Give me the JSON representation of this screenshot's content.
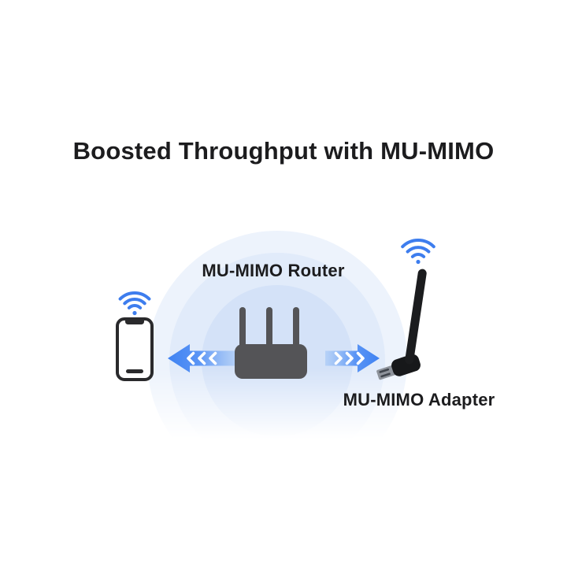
{
  "header": {
    "title": "Boosted Throughput with MU-MIMO"
  },
  "diagram": {
    "router": {
      "label": "MU-MIMO Router",
      "icon": "router-icon"
    },
    "adapter": {
      "label": "MU-MIMO Adapter",
      "icon": "usb-adapter-icon"
    },
    "client": {
      "icon": "smartphone-icon"
    },
    "signals": {
      "left_icon": "wifi-signal-icon",
      "right_icon": "wifi-signal-icon"
    },
    "arrows": {
      "left_icon": "stream-arrow-left-icon",
      "right_icon": "stream-arrow-right-icon"
    },
    "colors": {
      "wifi_blue": "#3D7DEE",
      "arrow_blue": "#4285F4",
      "arrow_fade": "#9FC4F6",
      "halo_outer": "#EDF3FC",
      "halo_middle": "#E1EBFA",
      "halo_inner": "#D4E2F8",
      "device_black": "#1B1C1E",
      "router_gray": "#545457",
      "usb_metal": "#8E939B",
      "text_color": "#1C1C1E",
      "background": "#FFFFFF"
    }
  }
}
